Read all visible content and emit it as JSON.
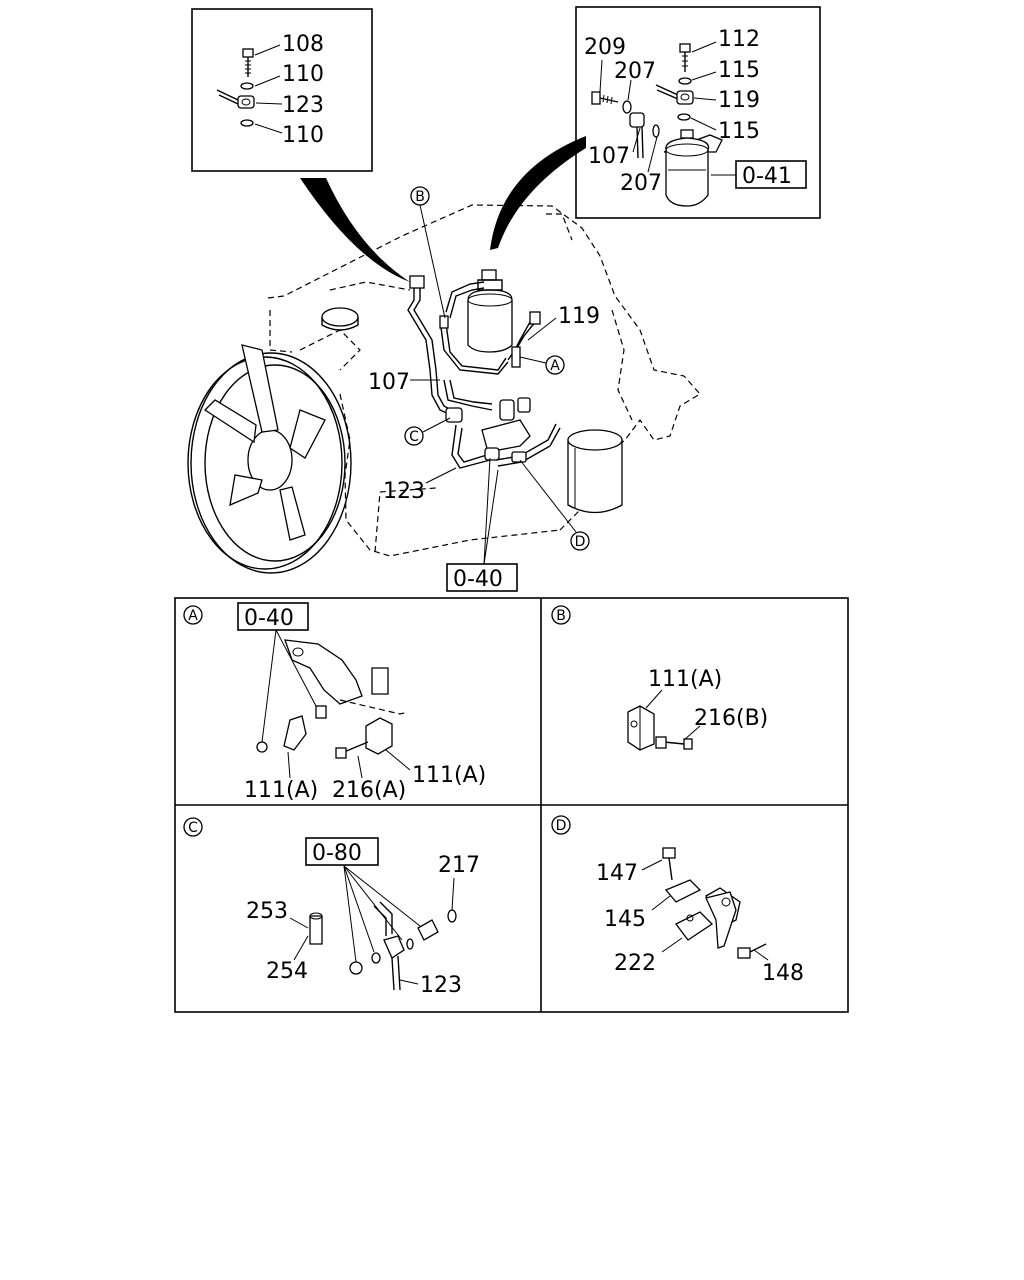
{
  "insets": {
    "top_left": {
      "labels": [
        "108",
        "110",
        "123",
        "110"
      ]
    },
    "top_right": {
      "labels": [
        "209",
        "207",
        "112",
        "115",
        "119",
        "115",
        "107",
        "207"
      ],
      "ref": "0-41"
    }
  },
  "main": {
    "callouts": {
      "b": "B",
      "a": "A",
      "c": "C",
      "d": "D"
    },
    "labels": {
      "p119": "119",
      "p107": "107",
      "p123": "123"
    },
    "ref": "0-40"
  },
  "panels": {
    "a": {
      "letter": "A",
      "ref": "0-40",
      "labels": [
        "111(A)",
        "216(A)",
        "111(A)"
      ]
    },
    "b": {
      "letter": "B",
      "labels": [
        "111(A)",
        "216(B)"
      ]
    },
    "c": {
      "letter": "C",
      "ref": "0-80",
      "labels": [
        "217",
        "253",
        "254",
        "123"
      ]
    },
    "d": {
      "letter": "D",
      "labels": [
        "147",
        "145",
        "222",
        "148"
      ]
    }
  }
}
